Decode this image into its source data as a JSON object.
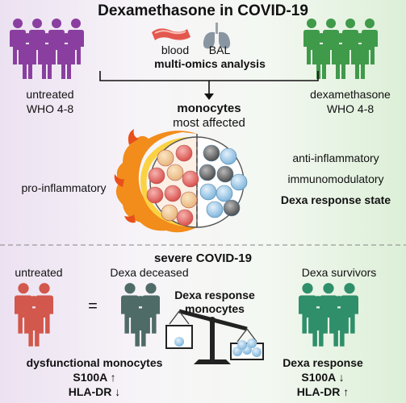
{
  "title": "Dexamethasone in COVID-19",
  "top": {
    "blood": "blood",
    "bal": "BAL",
    "analysis": "multi-omics analysis",
    "untreated_label": "untreated",
    "untreated_who": "WHO 4-8",
    "dexa_label": "dexamethasone",
    "dexa_who": "WHO 4-8",
    "monocytes": "monocytes",
    "most_affected": "most affected",
    "pro_inflammatory": "pro-inflammatory",
    "anti_inflammatory": "anti-inflammatory",
    "immunomodulatory": "immunomodulatory",
    "dexa_response_state": "Dexa response state"
  },
  "bottom": {
    "heading": "severe COVID-19",
    "untreated": "untreated",
    "equals": "=",
    "dexa_deceased": "Dexa deceased",
    "dexa_survivors": "Dexa survivors",
    "response_monocytes_1": "Dexa response",
    "response_monocytes_2": "monocytes",
    "dysfunctional": "dysfunctional monocytes",
    "left_s100a": "S100A ↑",
    "left_hladr": "HLA-DR ↓",
    "dexa_response": "Dexa response",
    "right_s100a": "S100A ↓",
    "right_hladr": "HLA-DR ↑"
  },
  "colors": {
    "untreated_people": "#8a3fa0",
    "dexa_people": "#3f9a4a",
    "bottom_untreated": "#d2574c",
    "bottom_deceased": "#4f6b68",
    "bottom_survivors": "#2f8f6a",
    "pro_cell": "#e8807d",
    "anti_cell": "#9cc8e6"
  }
}
